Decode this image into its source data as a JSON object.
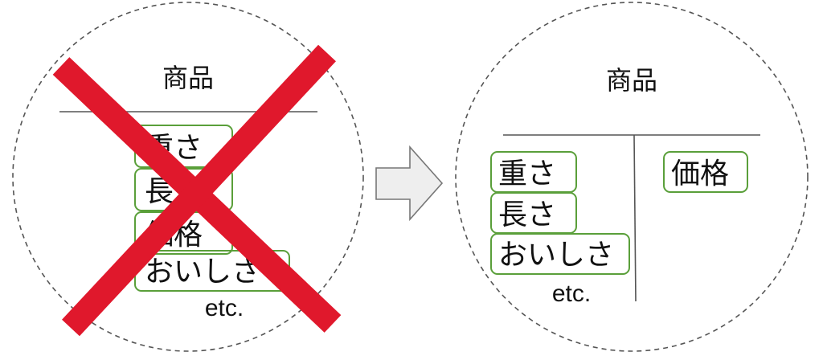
{
  "colors": {
    "circle_stroke": "#555555",
    "line": "#555555",
    "box_stroke": "#5a9f3a",
    "cross": "#e0182c",
    "arrow_fill": "#eeeeee",
    "arrow_stroke": "#777777",
    "text": "#111111"
  },
  "left": {
    "title": "商品",
    "items": [
      "重さ",
      "長さ",
      "価格",
      "おいしさ"
    ],
    "etc": "etc."
  },
  "right": {
    "title": "商品",
    "left_items": [
      "重さ",
      "長さ",
      "おいしさ"
    ],
    "etc": "etc.",
    "right_items": [
      "価格"
    ]
  },
  "icons": {
    "cross": "red-x-cross-icon",
    "arrow": "right-arrow-icon"
  }
}
